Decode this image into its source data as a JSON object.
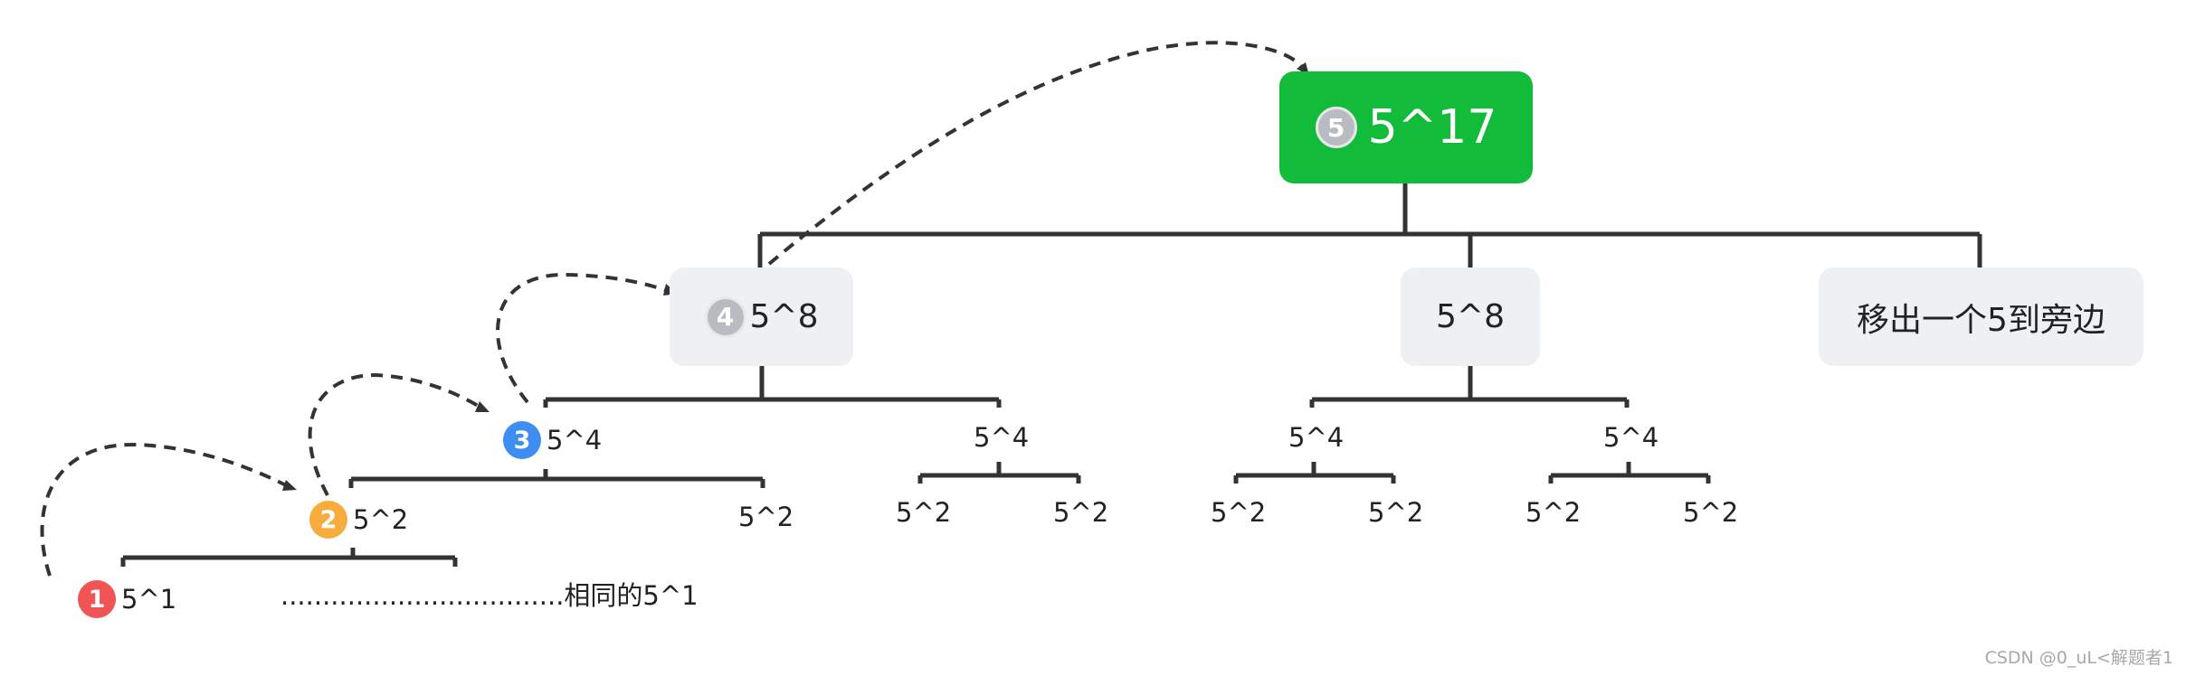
{
  "root": {
    "badge": "5",
    "label": "5^17",
    "color": "#13bb3b"
  },
  "level1": {
    "left": {
      "badge": "4",
      "label": "5^8"
    },
    "middle": {
      "label": "5^8"
    },
    "right": {
      "label": "移出一个5到旁边"
    }
  },
  "level2": {
    "n1": {
      "badge": "3",
      "label": "5^4"
    },
    "n2": {
      "label": "5^4"
    },
    "n3": {
      "label": "5^4"
    },
    "n4": {
      "label": "5^4"
    }
  },
  "level3": {
    "n1": {
      "badge": "2",
      "label": "5^2"
    },
    "n2": {
      "label": "5^2"
    },
    "n3": {
      "label": "5^2"
    },
    "n4": {
      "label": "5^2"
    },
    "n5": {
      "label": "5^2"
    },
    "n6": {
      "label": "5^2"
    },
    "n7": {
      "label": "5^2"
    },
    "n8": {
      "label": "5^2"
    }
  },
  "level4": {
    "n1": {
      "badge": "1",
      "label": "5^1"
    },
    "same_note": "..................................相同的5^1"
  },
  "badge_colors": {
    "1": "#f05454",
    "2": "#f7ad3e",
    "3": "#3d8ef0",
    "4": "#b8bcc2",
    "5": "#b8bcc2"
  },
  "watermark": "CSDN @0_uL<解题者1"
}
